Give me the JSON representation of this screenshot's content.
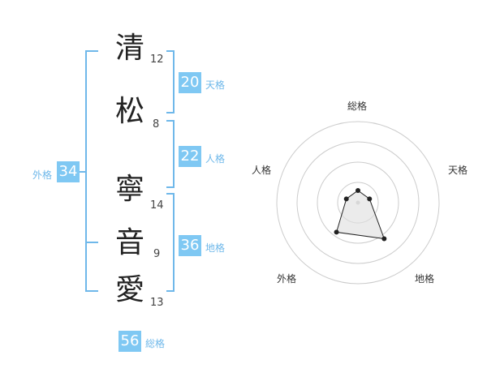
{
  "name": {
    "characters": [
      {
        "char": "清",
        "strokes": "12"
      },
      {
        "char": "松",
        "strokes": "8"
      },
      {
        "char": "寧",
        "strokes": "14"
      },
      {
        "char": "音",
        "strokes": "9"
      },
      {
        "char": "愛",
        "strokes": "13"
      }
    ]
  },
  "kaku": {
    "tenkaku": {
      "value": "20",
      "label": "天格"
    },
    "jinkaku": {
      "value": "22",
      "label": "人格"
    },
    "chikaku": {
      "value": "36",
      "label": "地格"
    },
    "gaikaku": {
      "value": "34",
      "label": "外格"
    },
    "soukaku": {
      "value": "56",
      "label": "総格"
    }
  },
  "radar": {
    "axes": [
      "総格",
      "天格",
      "地格",
      "外格",
      "人格"
    ],
    "scores": [
      0.15,
      0.15,
      0.55,
      0.45,
      0.15
    ],
    "colors": {
      "line": "#222222",
      "fill": "#dddddd",
      "grid": "#cccccc"
    }
  },
  "colors": {
    "accent": "#7fc8f3"
  }
}
